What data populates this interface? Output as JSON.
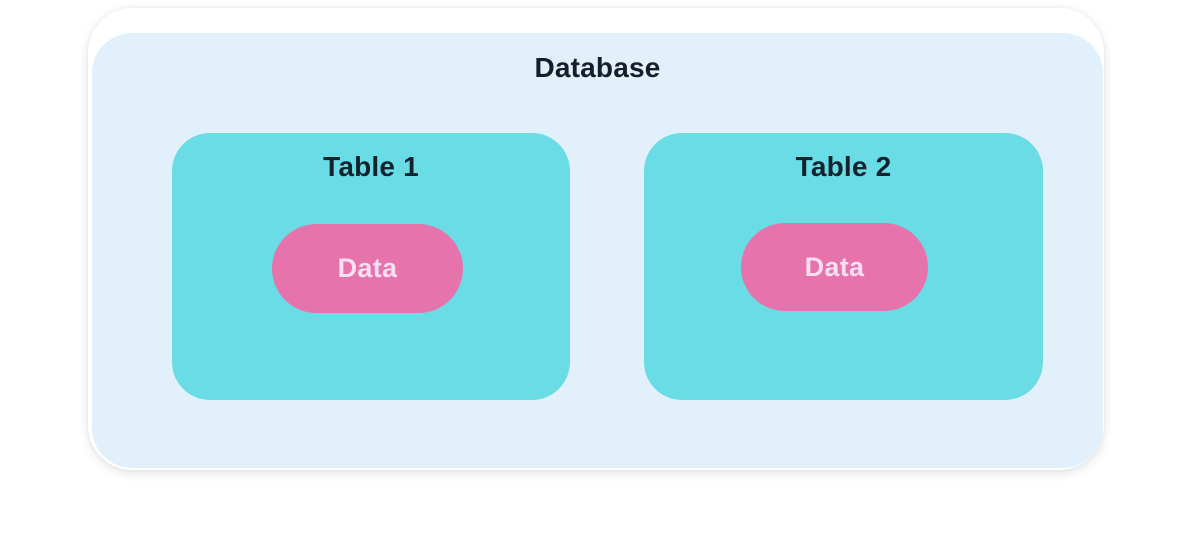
{
  "diagram": {
    "title": "Database",
    "tables": [
      {
        "label": "Table 1",
        "data_label": "Data"
      },
      {
        "label": "Table 2",
        "data_label": "Data"
      }
    ]
  },
  "colors": {
    "page_bg": "#FFFFFF",
    "card_bg": "#FFFFFF",
    "database_bg": "#E1F0FB",
    "table_bg": "#69DCE5",
    "pill_bg": "#E773AD",
    "pill_text": "#F9DFEF",
    "title_text": "#161D2B",
    "table_label_text": "#12232E"
  }
}
